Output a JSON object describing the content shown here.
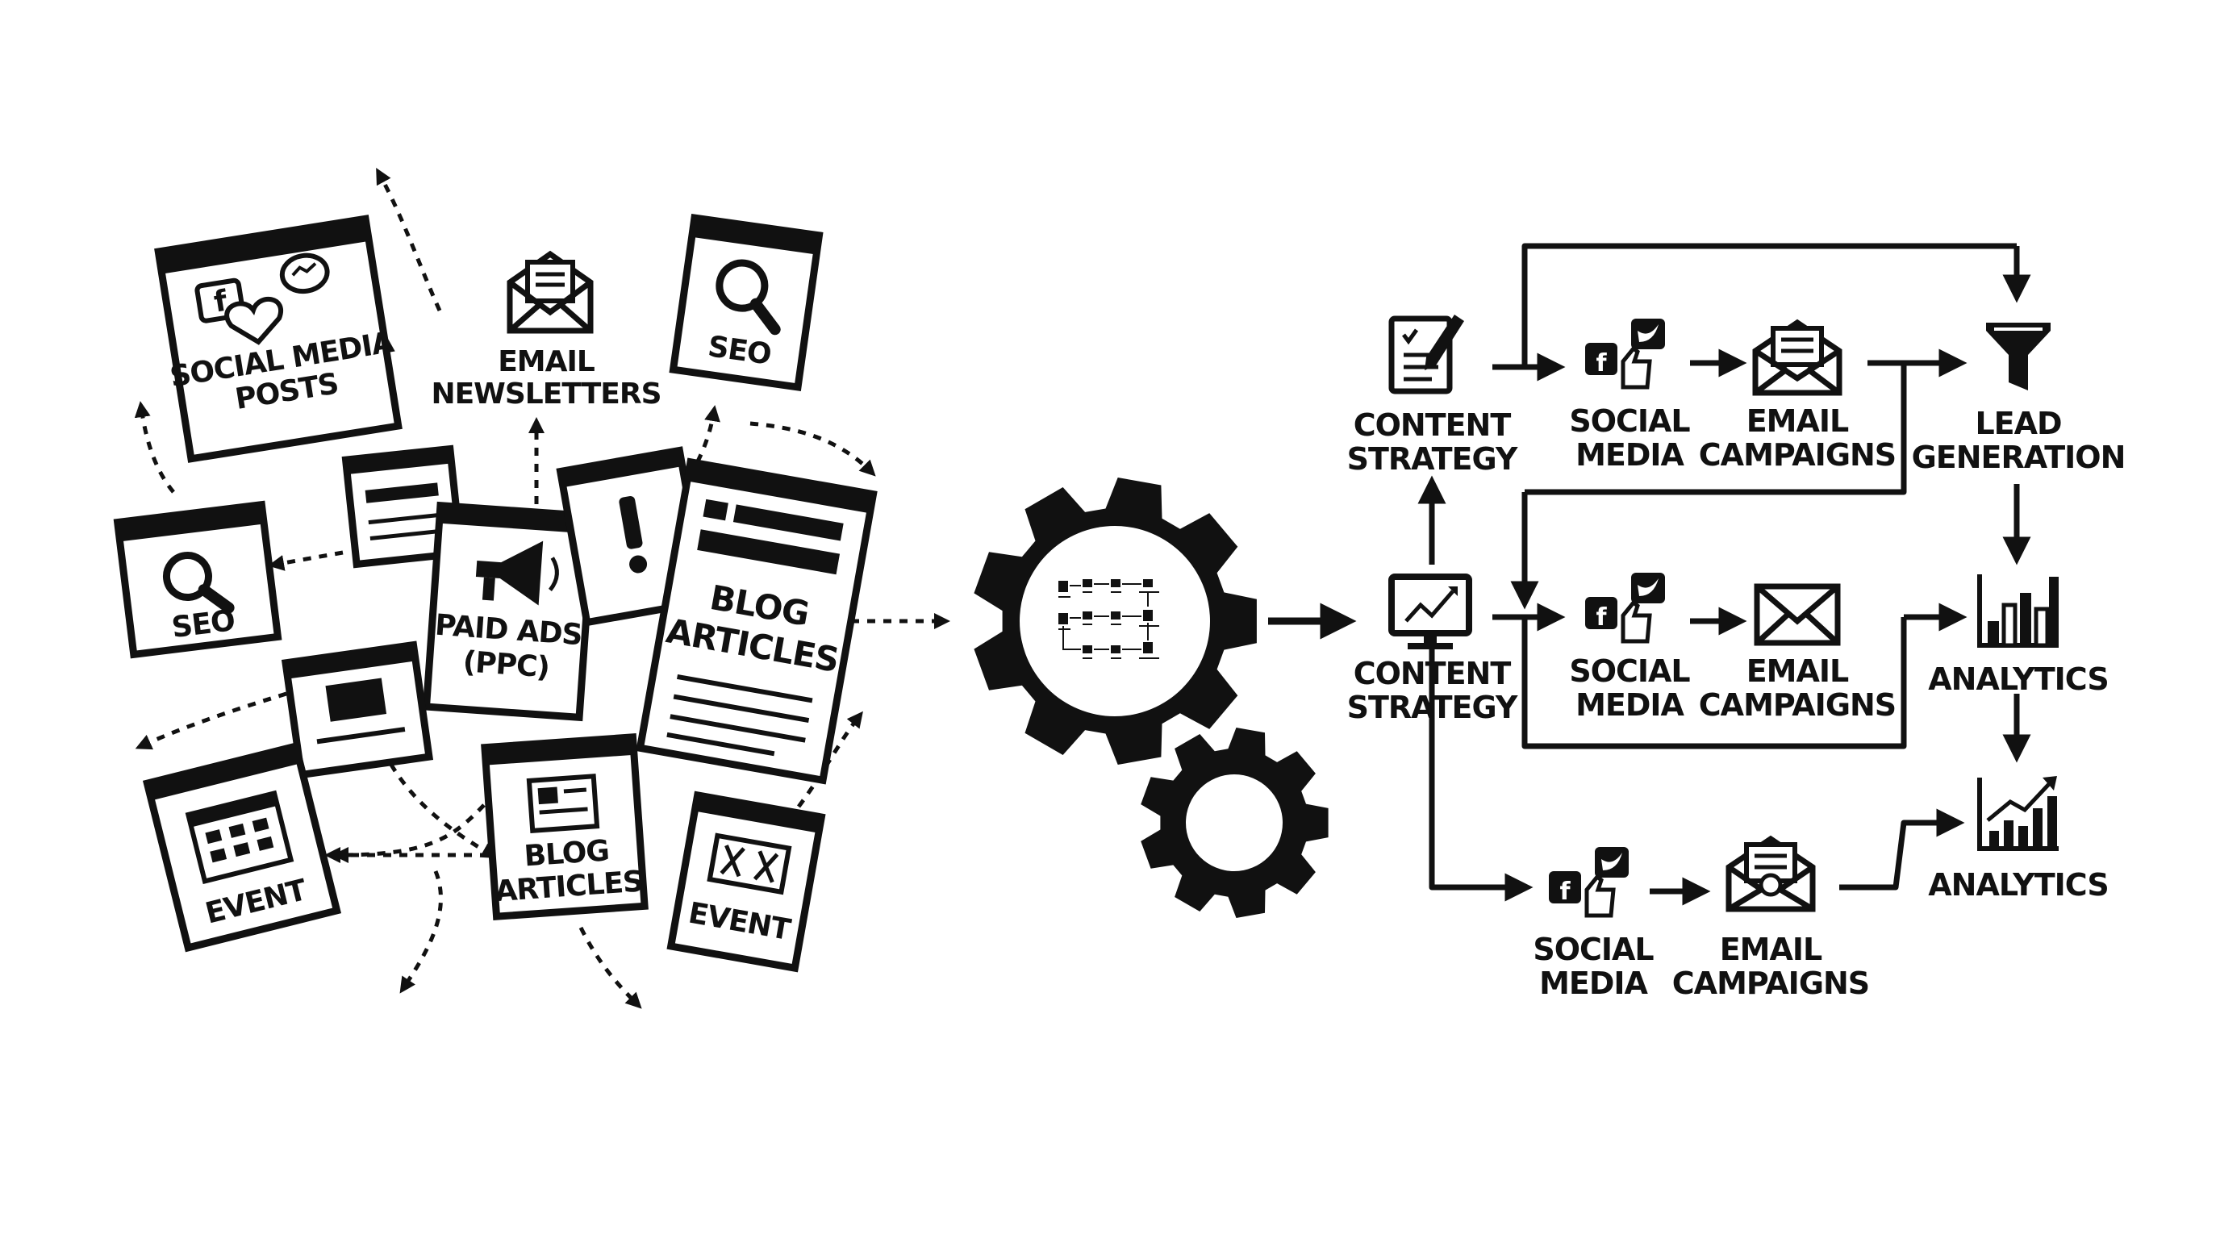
{
  "chaos": {
    "cards": {
      "social_media_posts": [
        "SOCIAL MEDIA",
        "POSTS"
      ],
      "email_newsletters": [
        "EMAIL",
        "NEWSLETTERS"
      ],
      "seo_top": "SEO",
      "seo_left": "SEO",
      "paid_ads": [
        "PAID ADS",
        "(PPC)"
      ],
      "blog_articles_tall": [
        "BLOG",
        "ARTICLES"
      ],
      "blog_articles_bottom": [
        "BLOG",
        "ARTICLES"
      ],
      "event_left": "EVENT",
      "event_bottom": "EVENT"
    }
  },
  "flow": {
    "row1": {
      "content_strategy": [
        "CONTENT",
        "STRATEGY"
      ],
      "social_media": [
        "SOCIAL",
        "MEDIA"
      ],
      "email_campaigns": [
        "EMAIL",
        "CAMPAIGNS"
      ],
      "lead_generation": [
        "LEAD",
        "GENERATION"
      ]
    },
    "row2": {
      "content_strategy": [
        "CONTENT",
        "STRATEGY"
      ],
      "social_media": [
        "SOCIAL",
        "MEDIA"
      ],
      "email_campaigns": [
        "EMAIL",
        "CAMPAIGNS"
      ],
      "analytics": "ANALYTICS"
    },
    "row3": {
      "social_media": [
        "SOCIAL",
        "MEDIA"
      ],
      "email_campaigns": [
        "EMAIL",
        "CAMPAIGNS"
      ],
      "analytics": "ANALYTICS"
    }
  },
  "icons": [
    "facebook-icon",
    "heart-icon",
    "messenger-icon",
    "envelope-icon",
    "magnifier-icon",
    "megaphone-icon",
    "exclamation-icon",
    "calendar-icon",
    "gear-icon",
    "clipboard-pen-icon",
    "monitor-chart-icon",
    "twitter-icon",
    "thumbs-up-icon",
    "funnel-icon",
    "bar-chart-icon",
    "growth-chart-icon"
  ],
  "colors": {
    "ink": "#111111",
    "background": "#ffffff"
  }
}
